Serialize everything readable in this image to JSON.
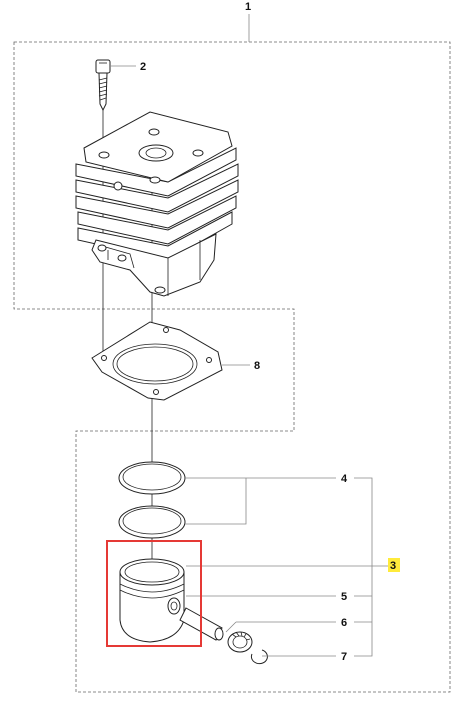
{
  "callouts": {
    "c1": "1",
    "c2": "2",
    "c3": "3",
    "c4": "4",
    "c5": "5",
    "c6": "6",
    "c7": "7",
    "c8": "8"
  },
  "colors": {
    "highlight_box": "#e53935",
    "highlight_label_bg": "#ffeb3b"
  },
  "icons": {
    "bolt": "bolt-icon",
    "cylinder": "cylinder-icon",
    "gasket": "gasket-icon",
    "piston_ring": "piston-ring-icon",
    "piston": "piston-icon",
    "piston_pin": "piston-pin-icon",
    "needle_bearing": "needle-bearing-icon",
    "circlip": "circlip-icon"
  }
}
